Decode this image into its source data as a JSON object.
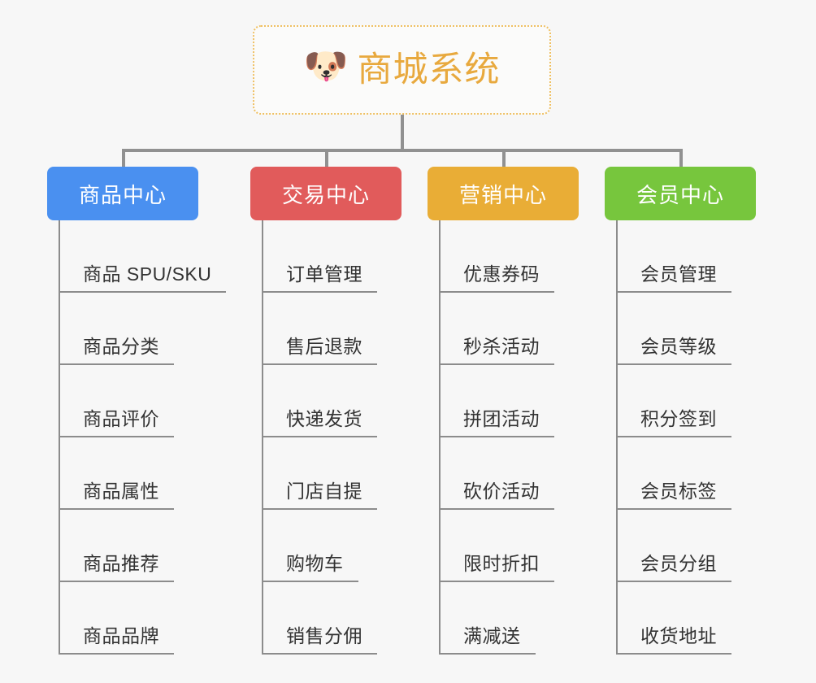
{
  "root": {
    "icon": "dog-face-emoji",
    "icon_glyph": "🐶",
    "title": "商城系统",
    "border_color": "#efc063",
    "title_color": "#e8a93e"
  },
  "connector_color": "#919191",
  "background_color": "#f7f7f7",
  "branches": [
    {
      "label": "商品中心",
      "color": "#4a90f0",
      "items": [
        "商品 SPU/SKU",
        "商品分类",
        "商品评价",
        "商品属性",
        "商品推荐",
        "商品品牌"
      ]
    },
    {
      "label": "交易中心",
      "color": "#e15b5b",
      "items": [
        "订单管理",
        "售后退款",
        "快递发货",
        "门店自提",
        "购物车",
        "销售分佣"
      ]
    },
    {
      "label": "营销中心",
      "color": "#e9ad36",
      "items": [
        "优惠券码",
        "秒杀活动",
        "拼团活动",
        "砍价活动",
        "限时折扣",
        "满减送"
      ]
    },
    {
      "label": "会员中心",
      "color": "#77c63d",
      "items": [
        "会员管理",
        "会员等级",
        "积分签到",
        "会员标签",
        "会员分组",
        "收货地址"
      ]
    }
  ]
}
